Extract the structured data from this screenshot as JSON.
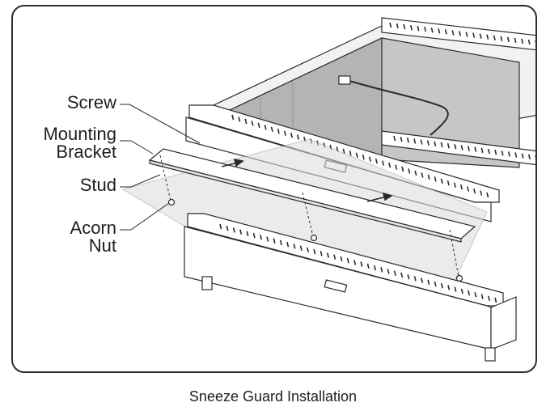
{
  "diagram": {
    "labels": {
      "screw": "Screw",
      "mounting_bracket_line1": "Mounting",
      "mounting_bracket_line2": "Bracket",
      "stud": "Stud",
      "acorn_nut_line1": "Acorn",
      "acorn_nut_line2": "Nut"
    },
    "caption": "Sneeze Guard Installation"
  },
  "colors": {
    "line": "#2b2b2b",
    "well_dark": "#bdbdbd",
    "well_mid": "#d8d8d8",
    "glass": "#dcdcdc"
  }
}
